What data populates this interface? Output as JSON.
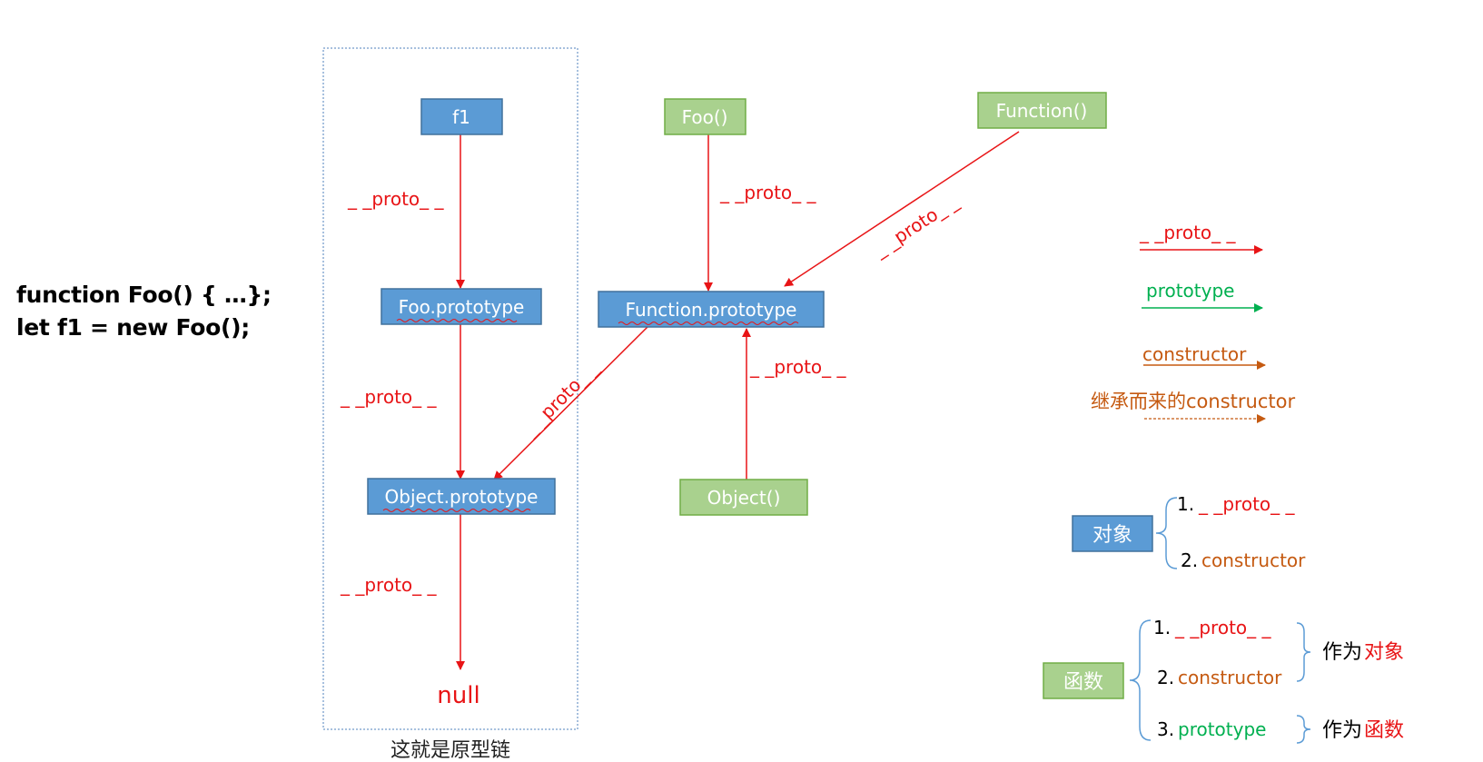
{
  "code": {
    "line1": "function Foo() { …};",
    "line2": "let f1 = new Foo();"
  },
  "nodes": {
    "f1": "f1",
    "foo_prototype": "Foo.prototype",
    "object_prototype": "Object.prototype",
    "null": "null",
    "foo": "Foo()",
    "function_ctor": "Function()",
    "function_prototype": "Function.prototype",
    "object_ctor": "Object()"
  },
  "edge_labels": {
    "proto": "_ _proto_ _"
  },
  "prototype_chain_caption": "这就是原型链",
  "legend": {
    "proto": "_ _proto_ _",
    "prototype": "prototype",
    "constructor": "constructor",
    "inherited_constructor": "继承而来的constructor"
  },
  "object_box": {
    "label": "对象",
    "item1_num": "1.",
    "item1": "_ _proto_ _",
    "item2_num": "2.",
    "item2": "constructor"
  },
  "function_box": {
    "label": "函数",
    "item1_num": "1.",
    "item1": "_ _proto_ _",
    "item2_num": "2.",
    "item2": "constructor",
    "item3_num": "3.",
    "item3": "prototype",
    "as_object_prefix": "作为",
    "as_object_word": "对象",
    "as_function_prefix": "作为",
    "as_function_word": "函数"
  },
  "colors": {
    "blue_fill": "#5b9bd5",
    "blue_stroke": "#41719c",
    "green_fill": "#a9d18e",
    "green_stroke": "#70ad47",
    "proto_red": "#e81416",
    "prototype_green": "#00b050",
    "constructor_orange": "#c55a11",
    "chain_border": "#4f81bd",
    "brace_blue": "#5b9bd5"
  }
}
